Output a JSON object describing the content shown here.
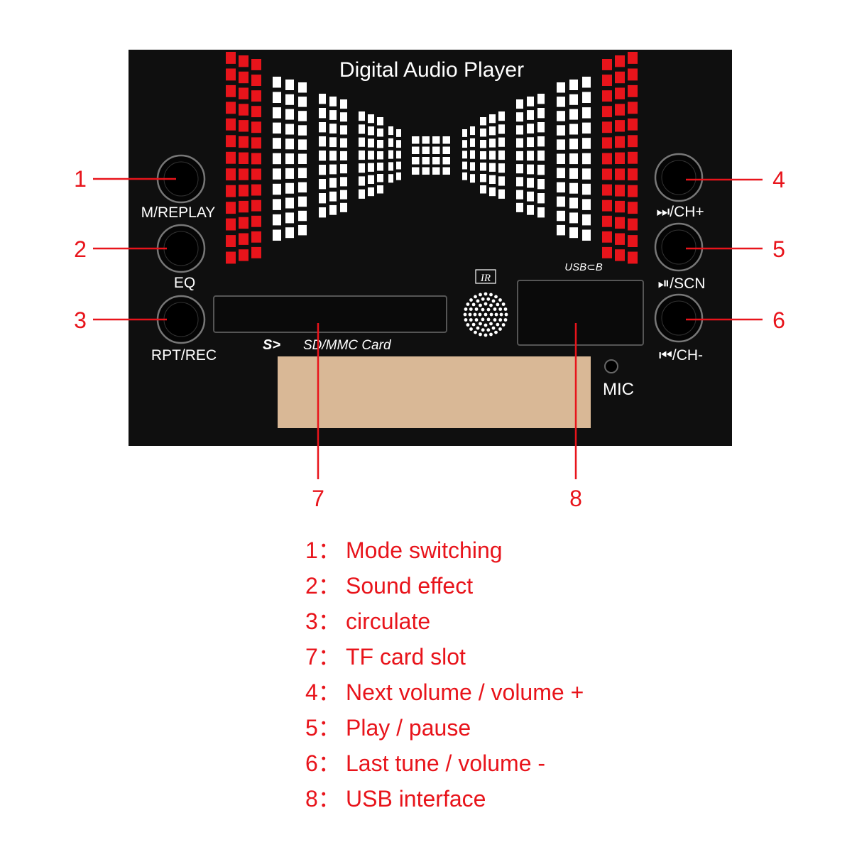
{
  "panel": {
    "title": "Digital Audio Player",
    "colors": {
      "panel": "#0f0f0f",
      "accent_red": "#e8141b",
      "spectrum_white": "#ffffff",
      "display_window": "#d9b896",
      "callout": "#e8141b"
    }
  },
  "buttons": [
    {
      "label": "M/REPLAY",
      "callout": "1"
    },
    {
      "label": "EQ",
      "callout": "2"
    },
    {
      "label": "RPT/REC",
      "callout": "3"
    },
    {
      "label": "⏭/CH+",
      "callout": "4"
    },
    {
      "label": "⏯/SCN",
      "callout": "5"
    },
    {
      "label": "⏮/CH-",
      "callout": "6"
    }
  ],
  "slots": {
    "sd_logo": "S>",
    "sd_label": "SD/MMC Card",
    "usb_logo": "USB⊂B",
    "ir_label": "IR",
    "mic_label": "MIC",
    "sd_callout": "7",
    "usb_callout": "8"
  },
  "legend": [
    {
      "num": "1：",
      "text": "Mode switching"
    },
    {
      "num": "2：",
      "text": "Sound effect"
    },
    {
      "num": "3：",
      "text": "circulate"
    },
    {
      "num": "7：",
      "text": "TF card slot"
    },
    {
      "num": "4：",
      "text": "Next volume / volume +"
    },
    {
      "num": "5：",
      "text": "Play / pause"
    },
    {
      "num": "6：",
      "text": "Last tune / volume -"
    },
    {
      "num": "8：",
      "text": "USB interface"
    }
  ]
}
